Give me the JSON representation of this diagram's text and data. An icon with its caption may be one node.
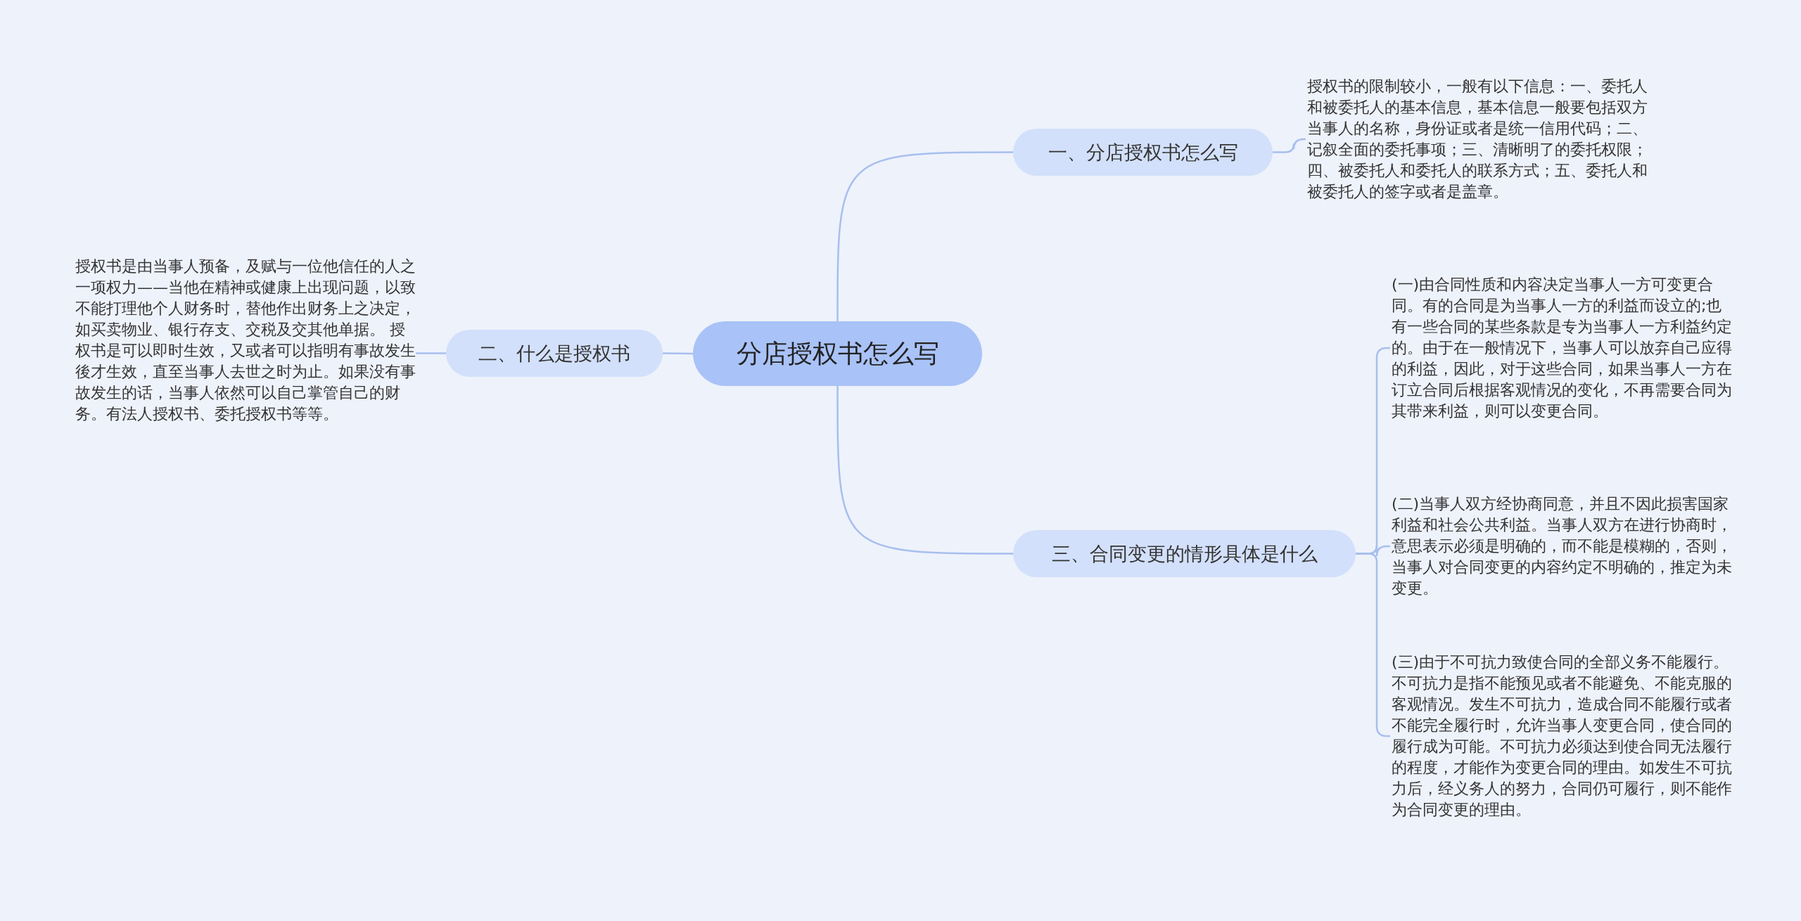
{
  "diagram": {
    "nodes": [
      {
        "text": [
          "分店授权书怎么写"
        ]
      },
      {
        "text": [
          "一、分店授权书怎么写"
        ]
      },
      {
        "text": [
          "授权书的限制较小，一般有以下信息：一、委托人和被委托人的基本信息，基本信息一般要包括双方当事人的名称，身份证或者是统一信用代码；二、记叙全面的委托事项；三、清晰明了的委托权限；四、被委托人和委托人的联系方式；五、委托人和被委托人的签字或者是盖章。"
        ]
      },
      {
        "text": [
          "二、什么是授权书"
        ]
      },
      {
        "text": [
          "授权书是由当事人预备，及赋与一位他信任的人之一项权力——当他在精神或健康上出现问题，以致不能打理他个人财务时，替他作出财务上之决定，如买卖物业、银行存支、交税及交其他单据。 授权书是可以即时生效，又或者可以指明有事故发生後才生效，直至当事人去世之时为止。如果没有事故发生的话，当事人依然可以自己掌管自己的财务。有法人授权书、委托授权书等等。"
        ]
      },
      {
        "text": [
          "三、合同变更的情形具体是什么"
        ]
      },
      {
        "text": [
          "(一)由合同性质和内容决定当事人一方可变更合同。有的合同是为当事人一方的利益而设立的;也有一些合同的某些条款是专为当事人一方利益约定的。由于在一般情况下，当事人可以放弃自己应得的利益，因此，对于这些合同，如果当事人一方在订立合同后根据客观情况的变化，不再需要合同为其带来利益，则可以变更合同。"
        ]
      },
      {
        "text": [
          "(二)当事人双方经协商同意，并且不因此损害国家利益和社会公共利益。当事人双方在进行协商时，意思表示必须是明确的，而不能是模糊的，否则，当事人对合同变更的内容约定不明确的，推定为未变更。"
        ]
      },
      {
        "text": [
          "(三)由于不可抗力致使合同的全部义务不能履行。不可抗力是指不能预见或者不能避免、不能克服的客观情况。发生不可抗力，造成合同不能履行或者不能完全履行时，允许当事人变更合同，使合同的履行成为可能。不可抗力必须达到使合同无法履行的程度，才能作为变更合同的理由。如发生不可抗力后，经义务人的努力，合同仍可履行，则不能作为合同变更的理由。"
        ]
      }
    ],
    "edges": [
      {
        "from": 0,
        "to": 1,
        "arrow": "none"
      },
      {
        "from": 1,
        "to": 2,
        "arrow": "none"
      },
      {
        "from": 0,
        "to": 3,
        "arrow": "none"
      },
      {
        "from": 3,
        "to": 4,
        "arrow": "none"
      },
      {
        "from": 0,
        "to": 5,
        "arrow": "none"
      },
      {
        "from": 5,
        "to": 6,
        "arrow": "none"
      },
      {
        "from": 5,
        "to": 7,
        "arrow": "none"
      },
      {
        "from": 5,
        "to": 8,
        "arrow": "none"
      }
    ]
  }
}
